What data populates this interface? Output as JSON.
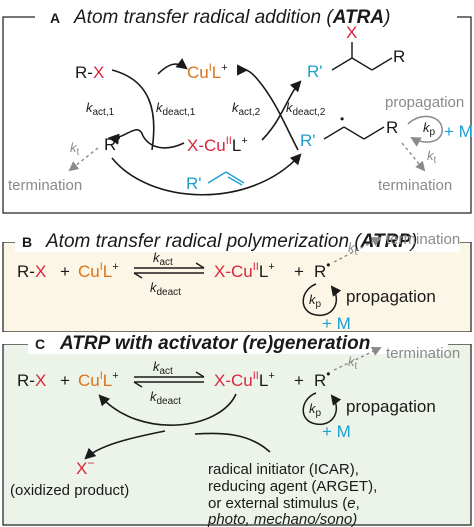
{
  "colors": {
    "halide": "#d9263c",
    "copper_i": "#d9731a",
    "monomer": "#1e9fd0",
    "minor": "#8a8a8a",
    "panel_b_bg": "#fcf6e6",
    "panel_c_bg": "#ecf4ea"
  },
  "panel_a": {
    "letter": "A",
    "title": "Atom transfer radical addition (",
    "title_abbrev": "ATRA",
    "title_close": ")",
    "rx_r": "R-",
    "rx_x": "X",
    "cu1_cu": "Cu",
    "cu1_sup": "I",
    "cu1_l": "L",
    "cu1_plus": "+",
    "cu2_x": "X-",
    "cu2_cu": "Cu",
    "cu2_sup": "II",
    "cu2_l": "L",
    "cu2_plus": "+",
    "k_act1": "k",
    "k_act1_sub": "act,1",
    "k_deact1": "k",
    "k_deact1_sub": "deact,1",
    "k_act2": "k",
    "k_act2_sub": "act,2",
    "k_deact2": "k",
    "k_deact2_sub": "deact,2",
    "radical_r": "R",
    "radical_dot": "•",
    "product_x": "X",
    "product_r_prime": "R'",
    "product_r": "R",
    "adduct_r_prime": "R'",
    "adduct_r": "R",
    "adduct_dot": "•",
    "monomer_r_prime": "R'",
    "kt": "k",
    "kt_sub": "t",
    "kt2": "k",
    "kt2_sub": "t",
    "kp": "k",
    "kp_sub": "p",
    "termination_left": "termination",
    "termination_right": "termination",
    "propagation": "propagation",
    "plus_m": "+ M"
  },
  "panel_b": {
    "letter": "B",
    "title": "Atom transfer radical polymerization (",
    "title_abbrev": "ATRP",
    "title_close": ")",
    "rx_r": "R-",
    "rx_x": "X",
    "plus1": "+",
    "cu1_cu": "Cu",
    "cu1_sup": "I",
    "cu1_l": "L",
    "cu1_plus": "+",
    "k_act": "k",
    "k_act_sub": "act",
    "k_deact": "k",
    "k_deact_sub": "deact",
    "cu2_x": "X-",
    "cu2_cu": "Cu",
    "cu2_sup": "II",
    "cu2_l": "L",
    "cu2_plus": "+",
    "plus2": "+",
    "radical_r": "R",
    "radical_dot": "•",
    "kt": "k",
    "kt_sub": "t",
    "termination": "termination",
    "kp": "k",
    "kp_sub": "p",
    "propagation": "propagation",
    "plus_m": "+ M"
  },
  "panel_c": {
    "letter": "C",
    "title": "ATRP with activator (re)generation",
    "rx_r": "R-",
    "rx_x": "X",
    "plus1": "+",
    "cu1_cu": "Cu",
    "cu1_sup": "I",
    "cu1_l": "L",
    "cu1_plus": "+",
    "k_act": "k",
    "k_act_sub": "act",
    "k_deact": "k",
    "k_deact_sub": "deact",
    "cu2_x": "X-",
    "cu2_cu": "Cu",
    "cu2_sup": "II",
    "cu2_l": "L",
    "cu2_plus": "+",
    "plus2": "+",
    "radical_r": "R",
    "radical_dot": "•",
    "kt": "k",
    "kt_sub": "t",
    "termination": "termination",
    "kp": "k",
    "kp_sub": "p",
    "propagation": "propagation",
    "plus_m": "+ M",
    "x_minus": "X",
    "x_minus_sup": "−",
    "oxidized": "(oxidized product)",
    "reagent_line1": "radical initiator (ICAR),",
    "reagent_line2": "reducing agent (ARGET),",
    "reagent_line3": "or external stimulus (",
    "reagent_e": "e",
    "reagent_line3_end": ",",
    "reagent_line4": "photo, mechano/sono)"
  }
}
